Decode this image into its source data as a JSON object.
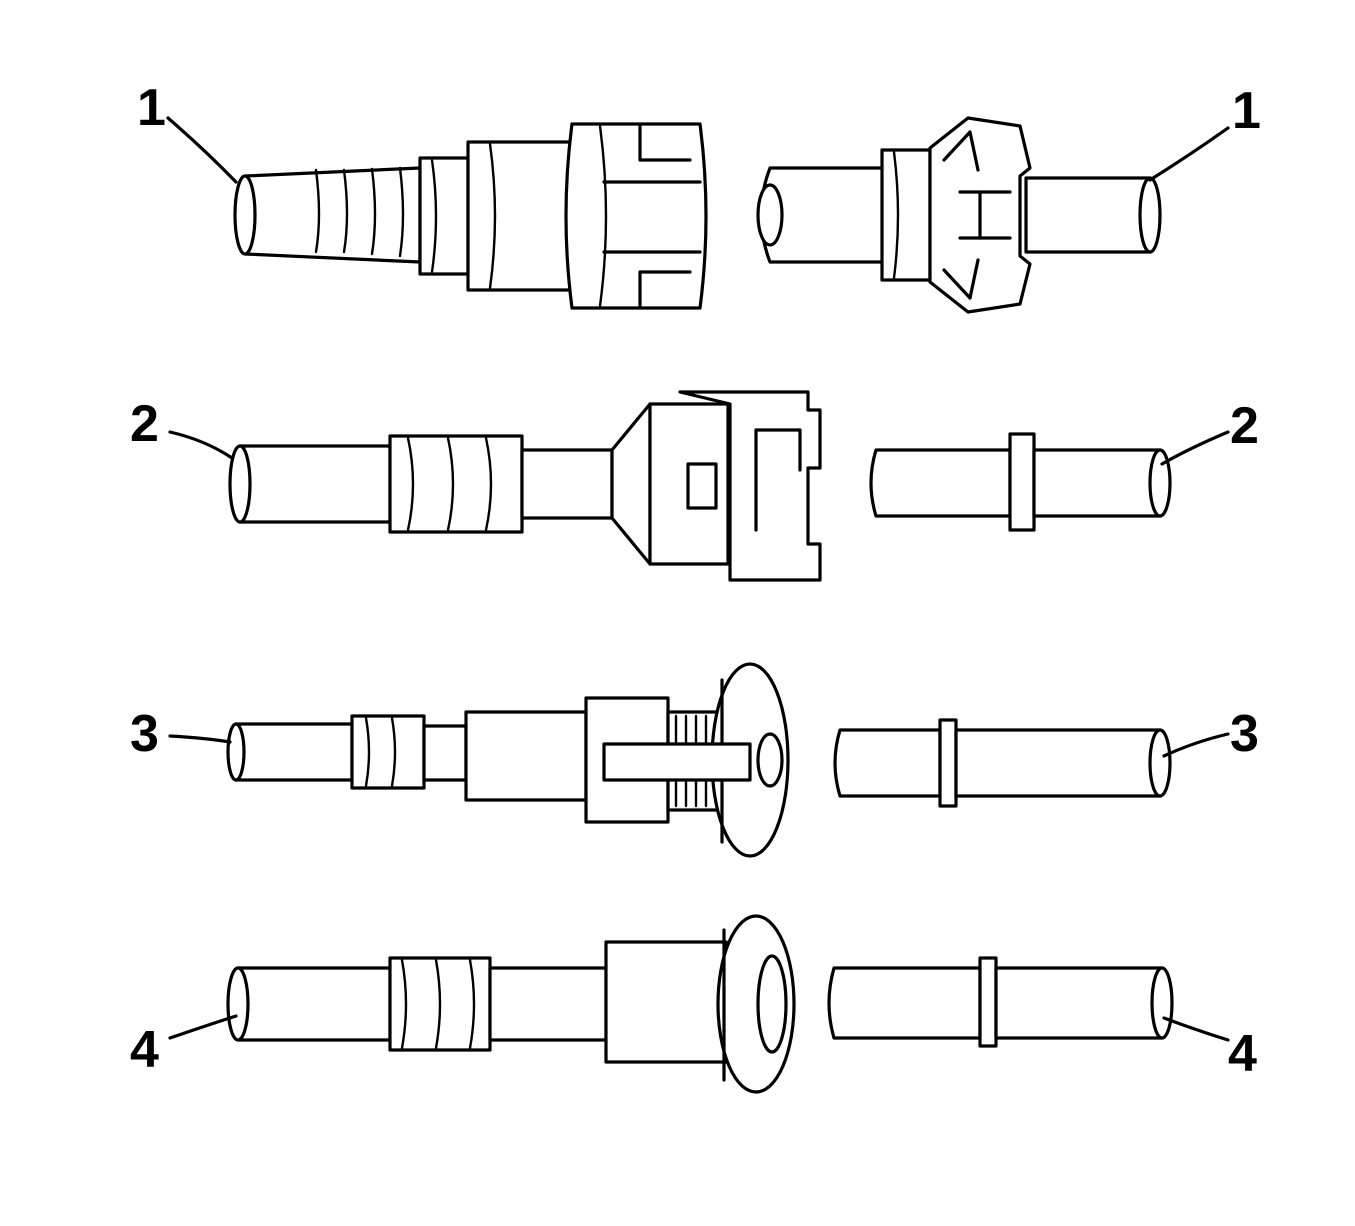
{
  "figure": {
    "callouts": [
      {
        "id": "row-1-left",
        "text": "1"
      },
      {
        "id": "row-1-right",
        "text": "1"
      },
      {
        "id": "row-2-left",
        "text": "2"
      },
      {
        "id": "row-2-right",
        "text": "2"
      },
      {
        "id": "row-3-left",
        "text": "3"
      },
      {
        "id": "row-3-right",
        "text": "3"
      },
      {
        "id": "row-4-left",
        "text": "4"
      },
      {
        "id": "row-4-right",
        "text": "4"
      }
    ],
    "colors": {
      "line": "#000000",
      "fill": "#ffffff"
    }
  }
}
